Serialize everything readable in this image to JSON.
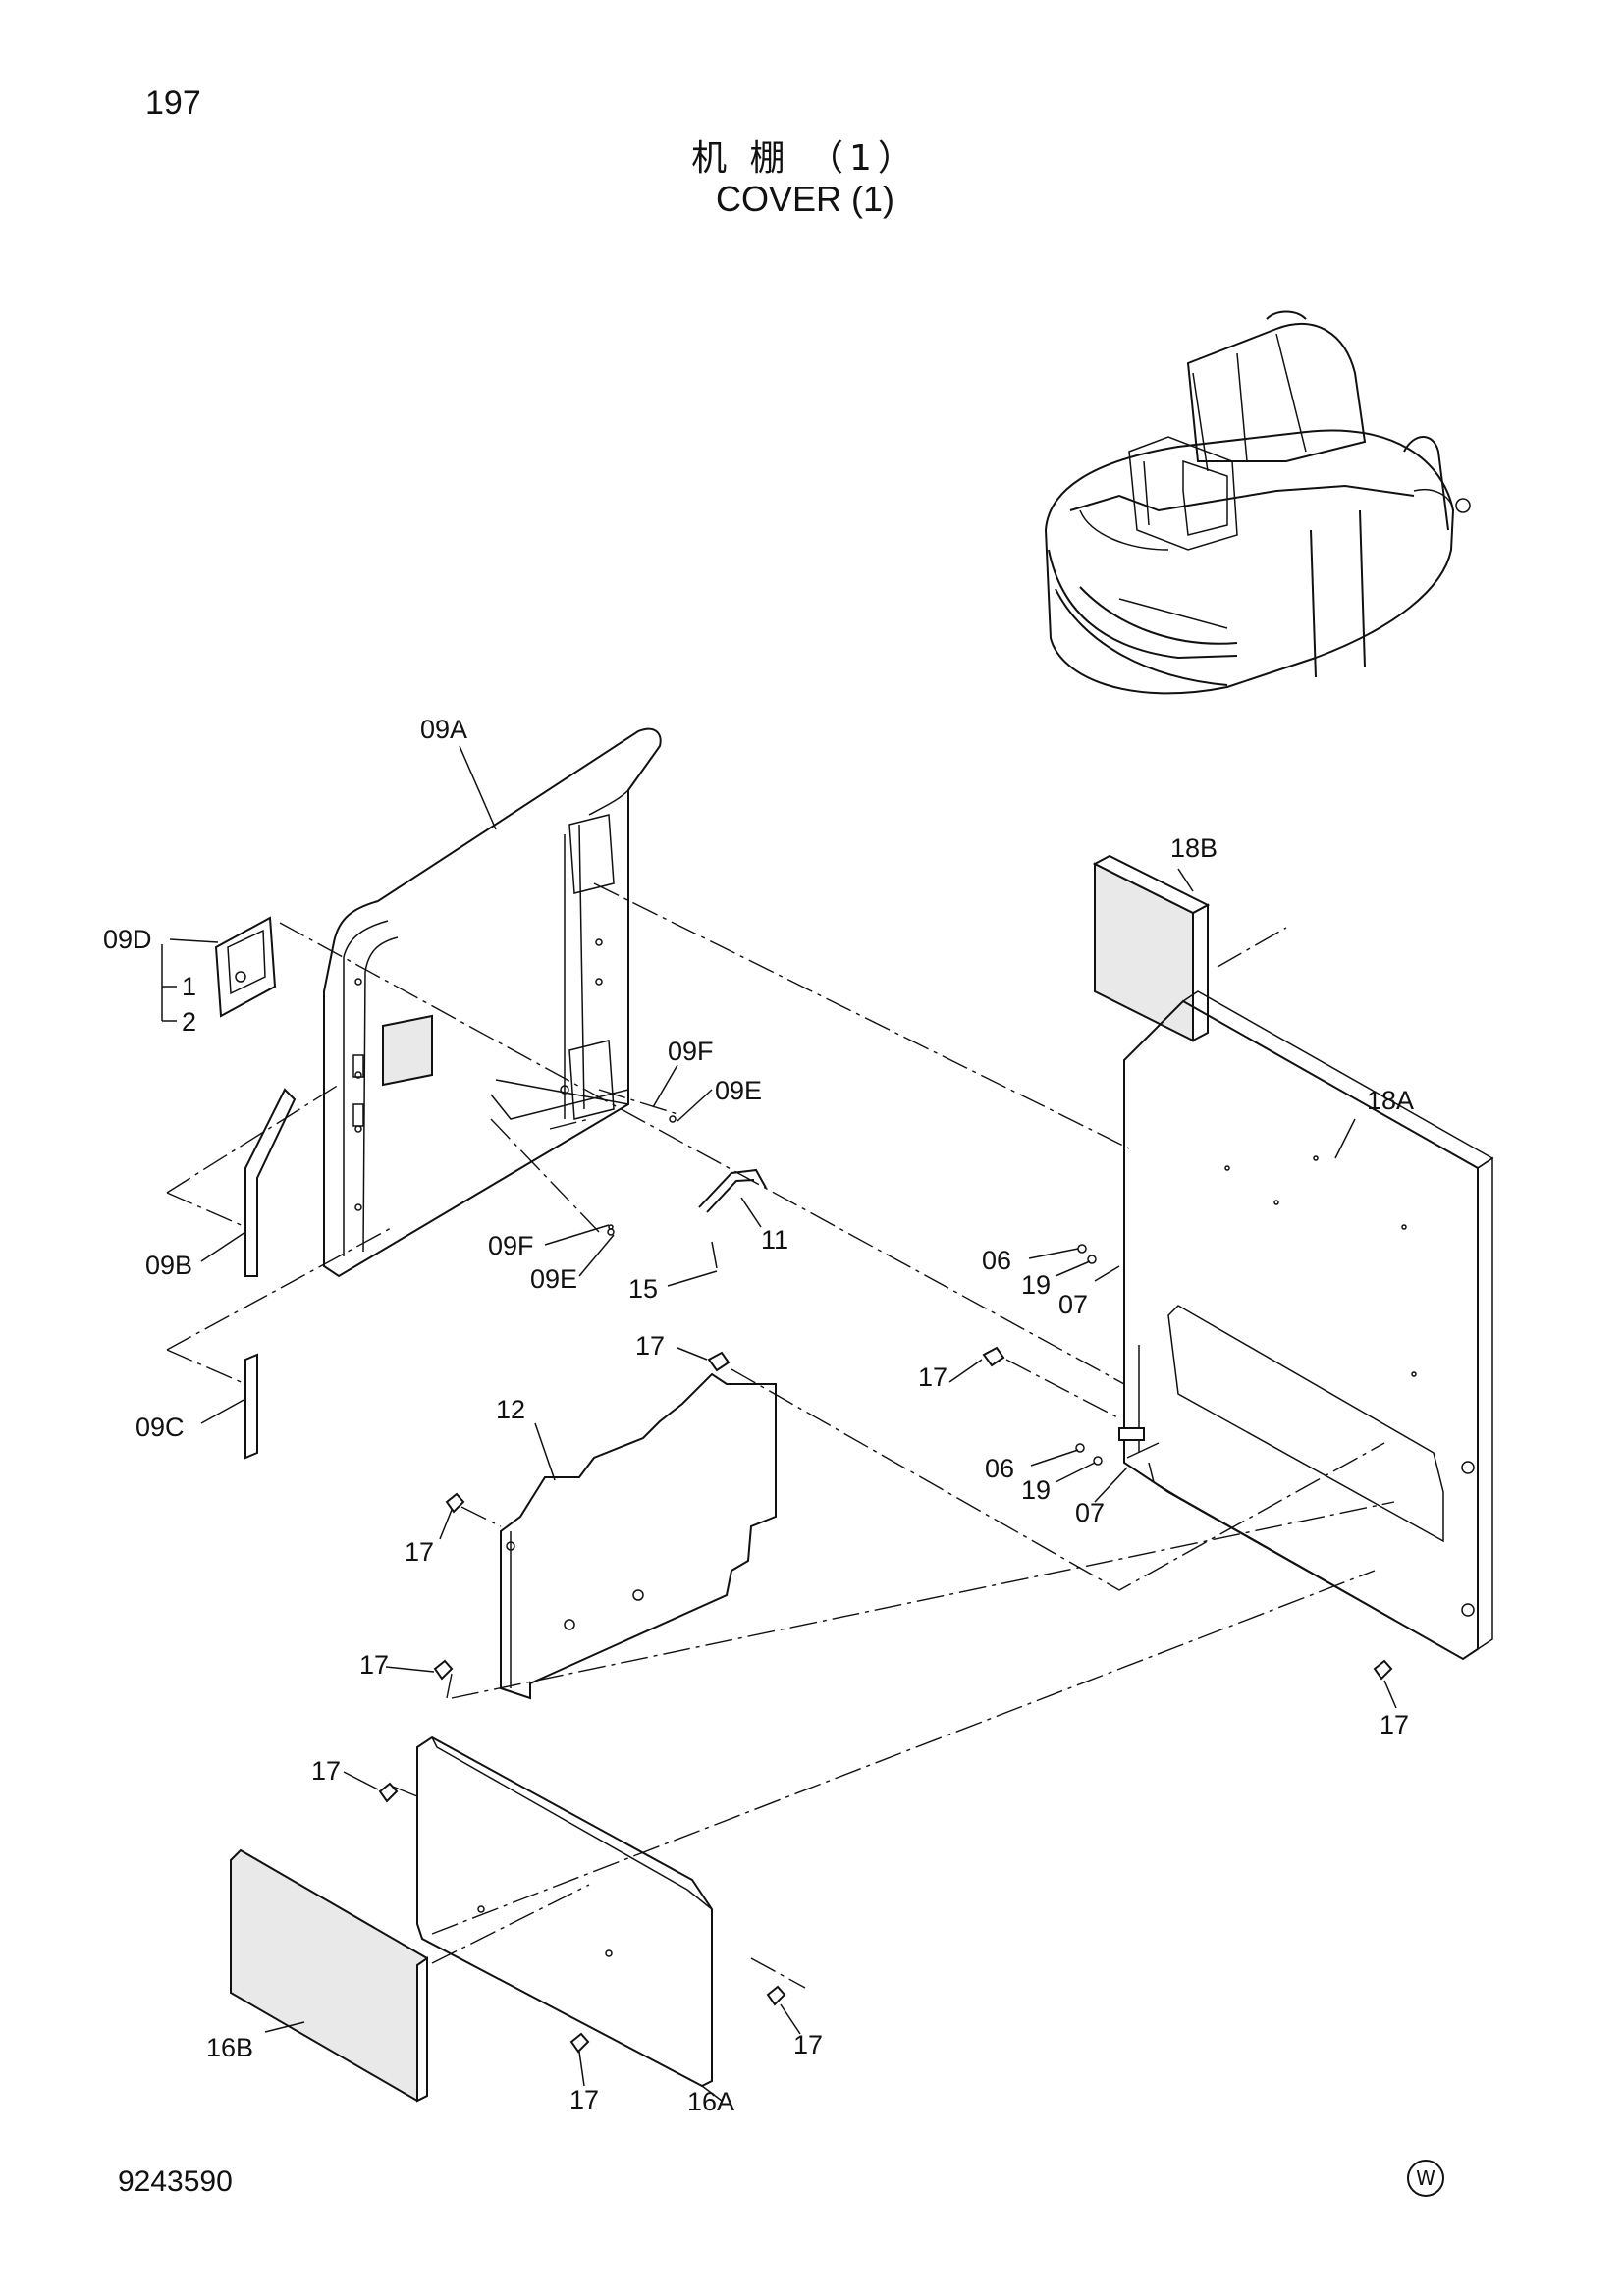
{
  "page": {
    "number": "197",
    "title_cn": "机 棚 （1）",
    "title_en": "COVER (1)",
    "doc_number": "9243590",
    "corner_mark": "W"
  },
  "callouts": [
    {
      "id": "c-09a",
      "text": "09A"
    },
    {
      "id": "c-09d",
      "text": "09D"
    },
    {
      "id": "c-1",
      "text": "1"
    },
    {
      "id": "c-2",
      "text": "2"
    },
    {
      "id": "c-09b",
      "text": "09B"
    },
    {
      "id": "c-09c",
      "text": "09C"
    },
    {
      "id": "c-09f-1",
      "text": "09F"
    },
    {
      "id": "c-09e-1",
      "text": "09E"
    },
    {
      "id": "c-09f-2",
      "text": "09F"
    },
    {
      "id": "c-09e-2",
      "text": "09E"
    },
    {
      "id": "c-11",
      "text": "11"
    },
    {
      "id": "c-15",
      "text": "15"
    },
    {
      "id": "c-12",
      "text": "12"
    },
    {
      "id": "c-17-a",
      "text": "17"
    },
    {
      "id": "c-17-b",
      "text": "17"
    },
    {
      "id": "c-17-c",
      "text": "17"
    },
    {
      "id": "c-17-d",
      "text": "17"
    },
    {
      "id": "c-17-e",
      "text": "17"
    },
    {
      "id": "c-17-f",
      "text": "17"
    },
    {
      "id": "c-17-g",
      "text": "17"
    },
    {
      "id": "c-17-h",
      "text": "17"
    },
    {
      "id": "c-18a",
      "text": "18A"
    },
    {
      "id": "c-18b",
      "text": "18B"
    },
    {
      "id": "c-06-1",
      "text": "06"
    },
    {
      "id": "c-19-1",
      "text": "19"
    },
    {
      "id": "c-07-1",
      "text": "07"
    },
    {
      "id": "c-06-2",
      "text": "06"
    },
    {
      "id": "c-19-2",
      "text": "19"
    },
    {
      "id": "c-07-2",
      "text": "07"
    },
    {
      "id": "c-16a",
      "text": "16A"
    },
    {
      "id": "c-16b",
      "text": "16B"
    }
  ]
}
